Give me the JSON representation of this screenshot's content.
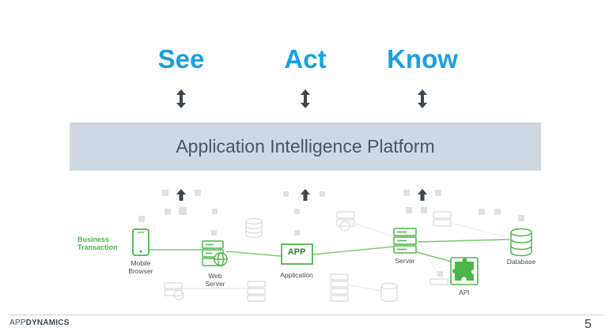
{
  "headings": {
    "see": "See",
    "act": "Act",
    "know": "Know"
  },
  "platform": {
    "label": "Application Intelligence Platform"
  },
  "diagram": {
    "business_transaction": [
      "Business",
      "Transaction"
    ],
    "mobile_browser": [
      "Mobile",
      "Browser"
    ],
    "web_server": [
      "Web",
      "Server"
    ],
    "app_badge": "APP",
    "application": "Application",
    "server": "Server",
    "api": "API",
    "database": "Database"
  },
  "footer": {
    "logo_prefix": "APP",
    "logo_suffix": "DYNAMICS",
    "page_number": "5"
  },
  "colors": {
    "heading_blue": "#1ba0e1",
    "platform_bar": "#cdd8e2",
    "accent_green": "#4bb74a",
    "arrow_dark": "#3b4650"
  }
}
